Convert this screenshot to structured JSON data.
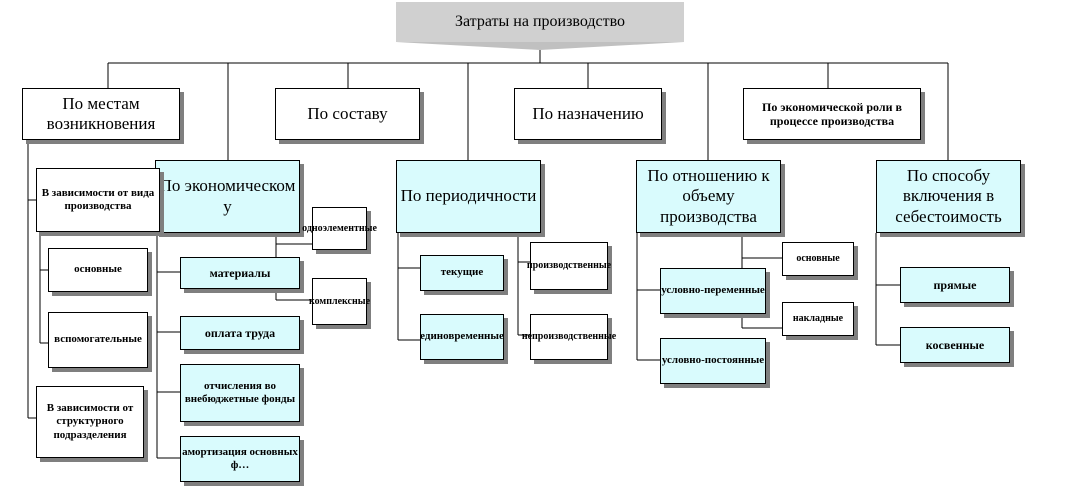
{
  "title": "Затраты на производство",
  "categories": {
    "place": "По местам возникновения",
    "composition": "По составу",
    "purpose": "По назначению",
    "role": "По экономической роли в процессе производства"
  },
  "groups": {
    "economic": "По экономическом у",
    "periodicity": "По периодичности",
    "volume": "По отношению к объему производства",
    "inclusion": "По способу включения в себестоимость"
  },
  "place_items": [
    "В зависимости от вида производства",
    "основные",
    "вспомогательные",
    "В зависимости от структурного подразделения"
  ],
  "economic_items": [
    "материалы",
    "оплата труда",
    "отчисления во внебюджетные фонды",
    "амортизация основных ф…"
  ],
  "composition_items": [
    "одноэлементные",
    "комплексные"
  ],
  "periodicity_items": [
    "текущие",
    "единовременные"
  ],
  "purpose_items": [
    "производственные",
    "непроизводственные"
  ],
  "volume_items": [
    "условно-переменные",
    "условно-постоянные"
  ],
  "role_items": [
    "основные",
    "накладные"
  ],
  "inclusion_items": [
    "прямые",
    "косвенные"
  ]
}
